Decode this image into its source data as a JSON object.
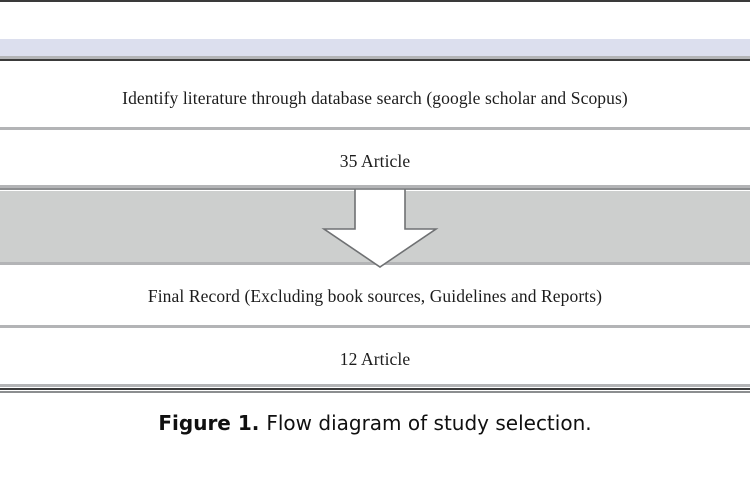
{
  "figure": {
    "caption_label": "Figure 1.",
    "caption_text": "Flow diagram of study selection.",
    "steps": [
      {
        "id": "identify",
        "text": "Identify literature through database search (google scholar and Scopus)",
        "count": "35 Article"
      },
      {
        "id": "final-record",
        "text": "Final Record (Excluding book sources, Guidelines and Reports)",
        "count": "12 Article"
      }
    ],
    "connector": {
      "icon": "down-arrow-icon",
      "direction": "down"
    }
  },
  "colors": {
    "lavender_band": "#dcdfee",
    "gray_band": "#cdcfce",
    "rule_dark": "#3a3a3a",
    "rule_mid": "#8c8e90",
    "rule_light": "#b3b4b6",
    "arrow_fill": "#ffffff",
    "arrow_stroke": "#6f7173",
    "text": "#1c1c1c"
  }
}
